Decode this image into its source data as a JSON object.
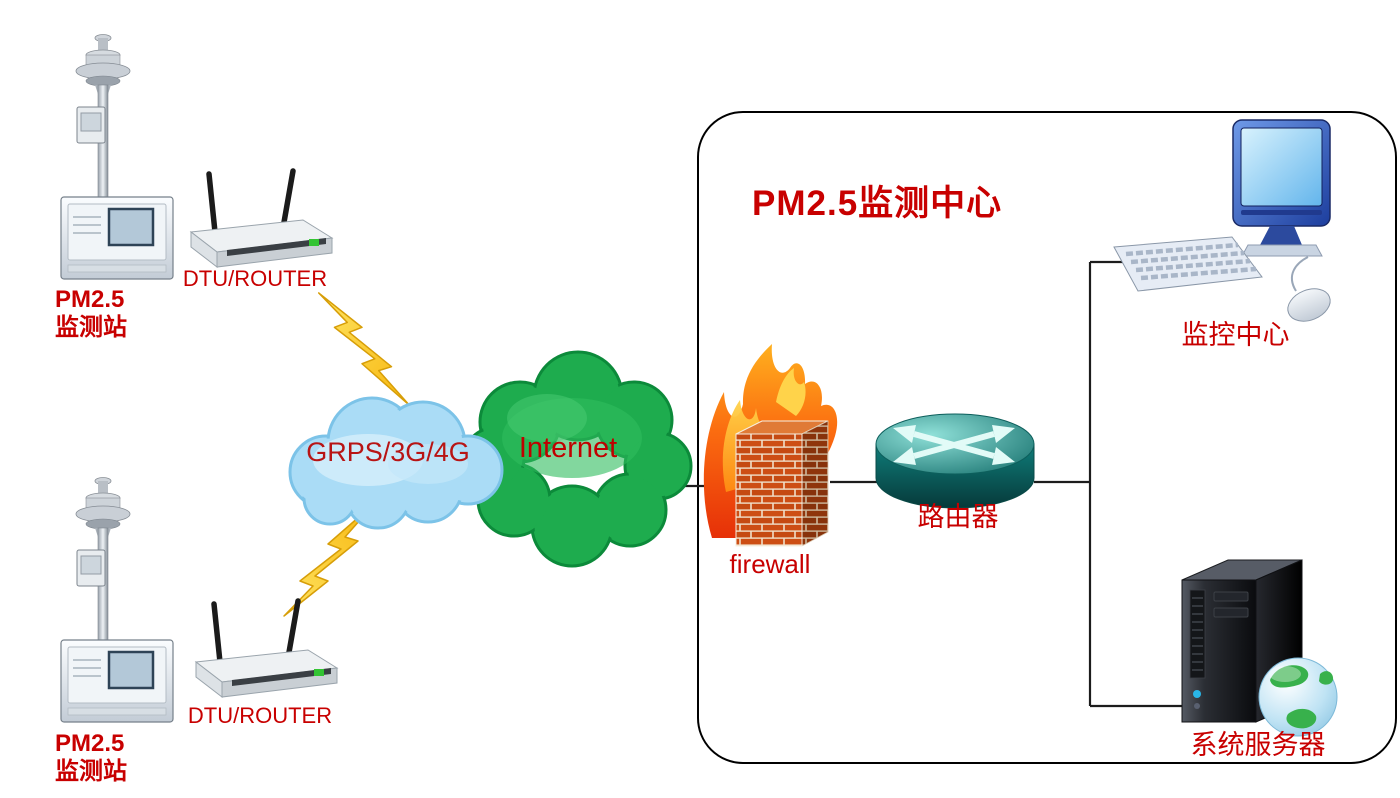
{
  "title": "PM2.5监测中心",
  "stations": {
    "top": {
      "line1": "PM2.5",
      "line2": "监测站"
    },
    "bottom": {
      "line1": "PM2.5",
      "line2": "监测站"
    }
  },
  "routers": {
    "top_label": "DTU/ROUTER",
    "bottom_label": "DTU/ROUTER"
  },
  "clouds": {
    "gprs_label": "GRPS/3G/4G",
    "internet_label": "Internet"
  },
  "firewall_label": "firewall",
  "core_router_label": "路由器",
  "monitor_center_label": "监控中心",
  "server_label": "系统服务器",
  "colors": {
    "label_red": "#c80000",
    "cloud_blue": "#aadcf6",
    "cloud_green": "#1eac4e",
    "bolt_yellow": "#ffd61e",
    "flame_orange": "#fb6c10",
    "brick_red": "#cd4e14"
  }
}
